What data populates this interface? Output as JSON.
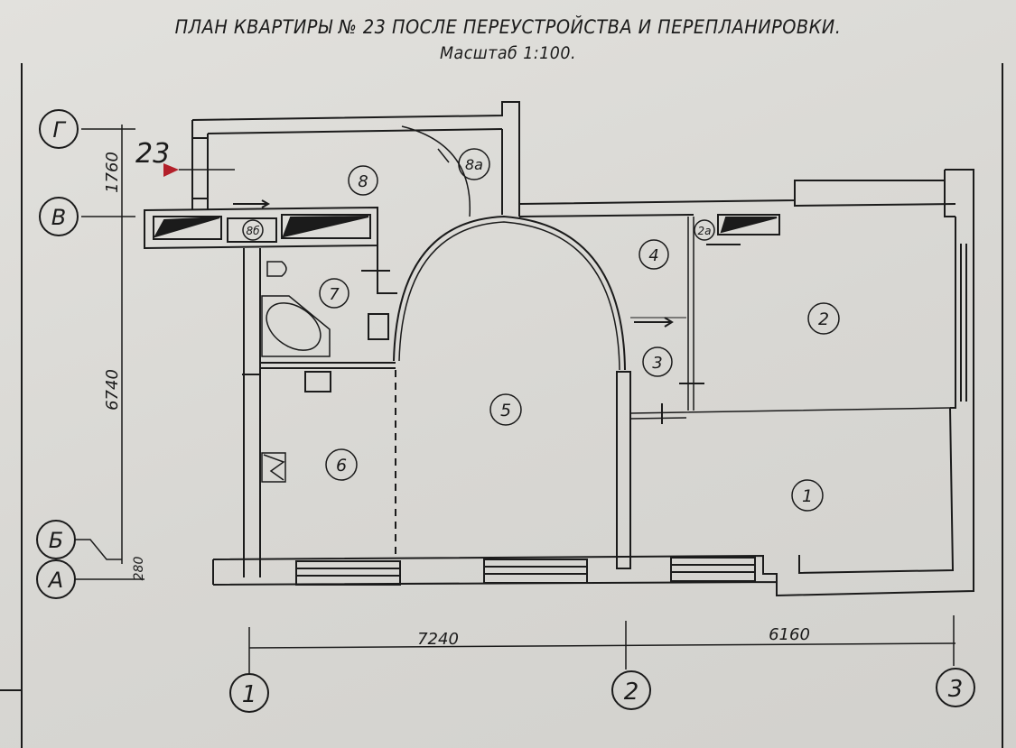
{
  "drawing": {
    "title": "ПЛАН КВАРТИРЫ № 23 ПОСЛЕ ПЕРЕУСТРОЙСТВА И ПЕРЕПЛАНИРОВКИ.",
    "scale": "Масштаб 1:100.",
    "apartment_number": "23",
    "axes_rows": [
      "Г",
      "В",
      "Б",
      "А"
    ],
    "axes_columns": [
      "1",
      "2",
      "3"
    ],
    "dimensions_vertical": [
      "1760",
      "6740",
      "280"
    ],
    "dimensions_horizontal": [
      "7240",
      "6160"
    ],
    "rooms": [
      "1",
      "2",
      "2а",
      "3",
      "4",
      "5",
      "6",
      "7",
      "8",
      "8а",
      "8б"
    ],
    "colors": {
      "line": "#1b1b1b",
      "entrance_marker": "#b3202a",
      "paper": "#dddcd8"
    }
  }
}
